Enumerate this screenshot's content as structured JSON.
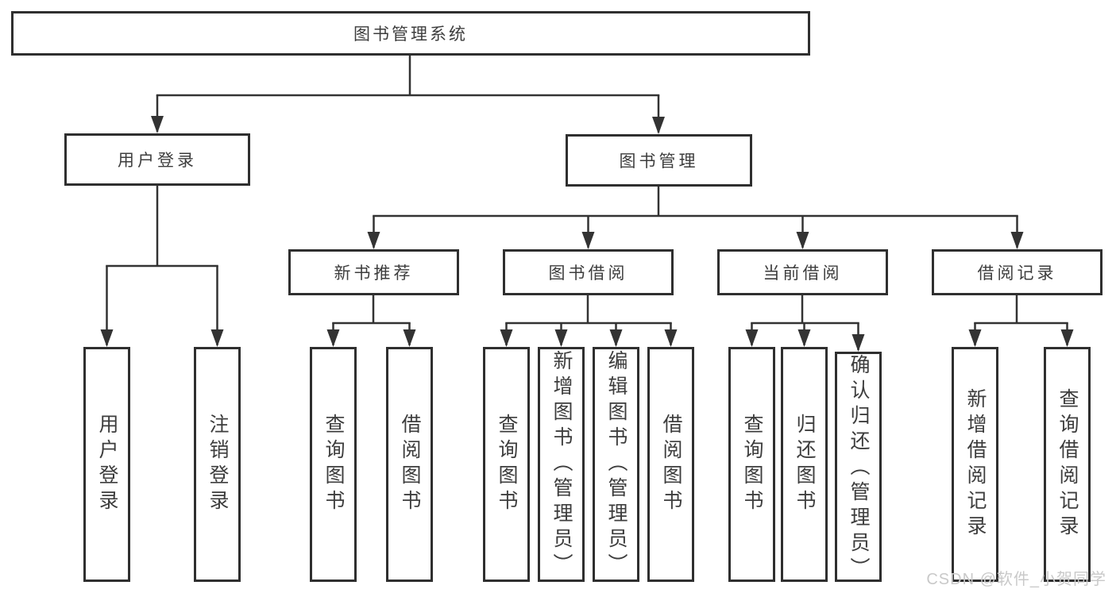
{
  "diagram": {
    "title": "图书管理系统",
    "level2": {
      "user_login": "用户登录",
      "book_mgmt": "图书管理"
    },
    "level3": {
      "new_book": "新书推荐",
      "book_borrow": "图书借阅",
      "current_borrow": "当前借阅",
      "borrow_records": "借阅记录"
    },
    "leaves": {
      "user_login": "用户登录",
      "logout": "注销登录",
      "nb_query_book": "查询图书",
      "nb_borrow_book": "借阅图书",
      "bb_query_book": "查询图书",
      "bb_add_book": "新增图书（管理员）",
      "bb_edit_book": "编辑图书（管理员）",
      "bb_borrow_book": "借阅图书",
      "cb_query_book": "查询图书",
      "cb_return_book": "归还图书",
      "cb_confirm_return": "确认归还（管理员）",
      "br_add_record": "新增借阅记录",
      "br_query_record": "查询借阅记录"
    },
    "watermark": "CSDN @软件_小贺同学",
    "colors": {
      "line": "#333333",
      "border": "#2f2f2f",
      "text": "#3d3d3d",
      "watermark": "#c9c9c9",
      "background": "#ffffff"
    }
  }
}
